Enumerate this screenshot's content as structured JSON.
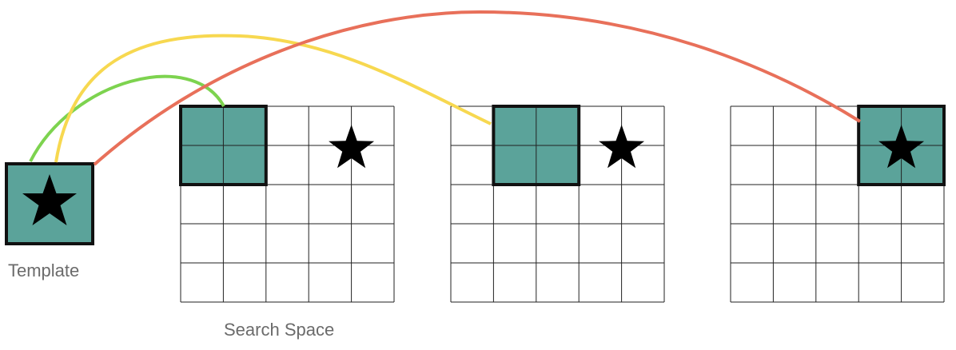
{
  "labels": {
    "template": "Template",
    "search_space": "Search Space"
  },
  "colors": {
    "teal_fill": "#5ba39a",
    "grid_line": "#222222",
    "border": "#111111",
    "star": "#000000",
    "green_arc": "#7dd34f",
    "yellow_arc": "#f7d850",
    "red_arc": "#e8705a"
  },
  "grid": {
    "rows": 5,
    "cols": 5
  },
  "search_grids": [
    {
      "name": "grid-1",
      "match_window": {
        "row": 0,
        "col": 0,
        "size": 2
      },
      "star": {
        "row": 0,
        "col": 4
      },
      "connector": "green"
    },
    {
      "name": "grid-2",
      "match_window": {
        "row": 0,
        "col": 1,
        "size": 2
      },
      "star": {
        "row": 0,
        "col": 4
      },
      "connector": "yellow"
    },
    {
      "name": "grid-3",
      "match_window": {
        "row": 0,
        "col": 3,
        "size": 2
      },
      "star": {
        "row": 0,
        "col": 4
      },
      "connector": "red"
    }
  ],
  "icons": {
    "star": "star-icon"
  }
}
